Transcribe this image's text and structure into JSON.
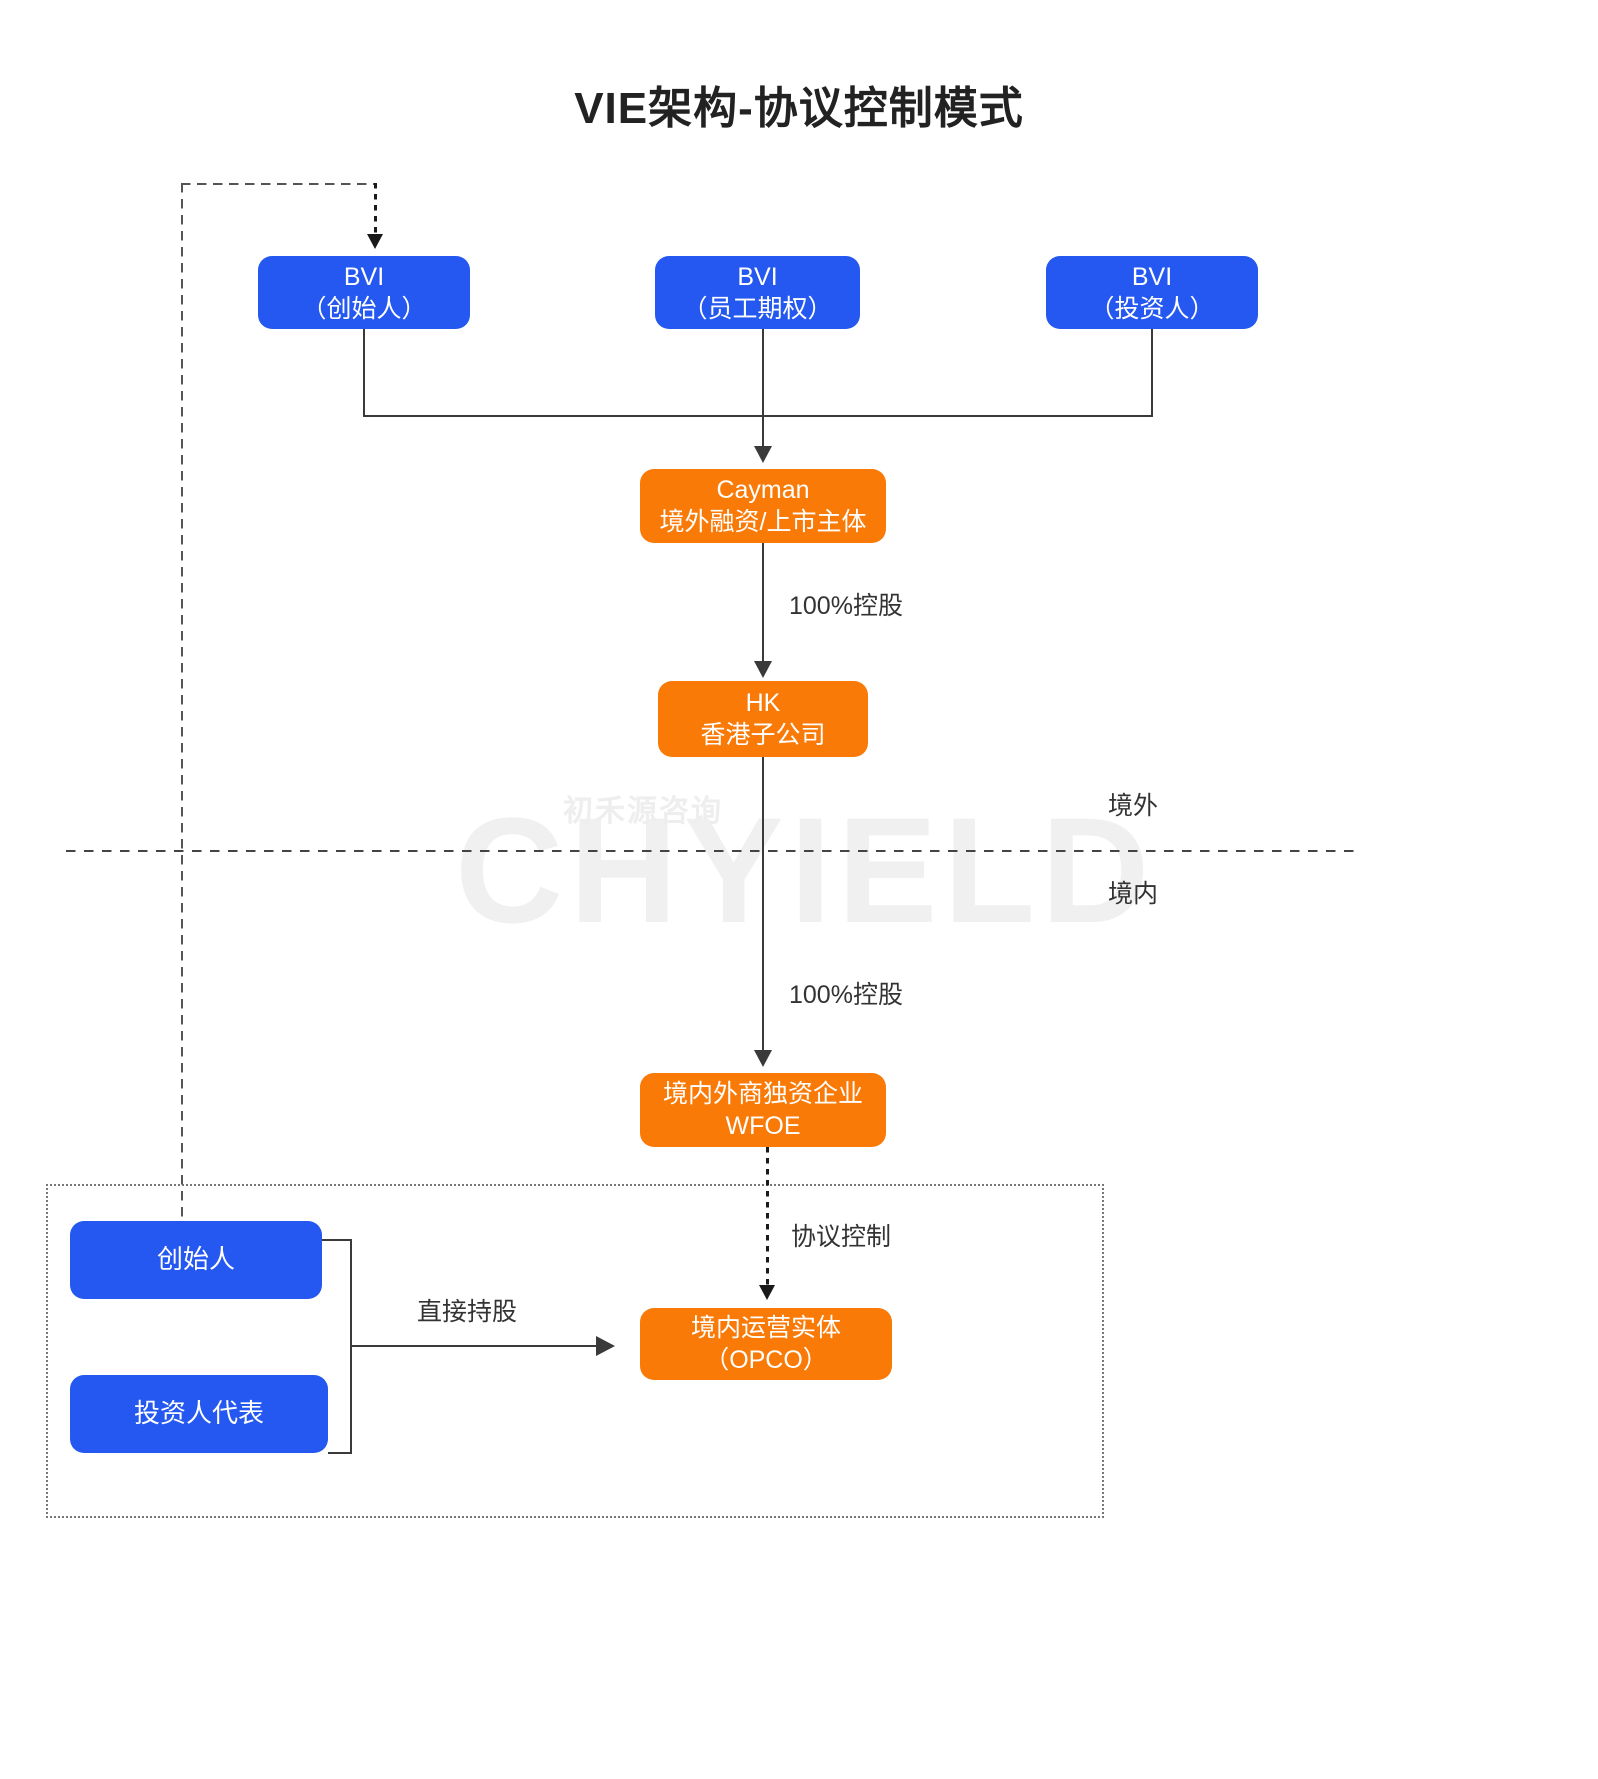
{
  "page": {
    "title": "VIE架构-协议控制模式",
    "background": "#ffffff",
    "colors": {
      "blue": "#2458f0",
      "orange": "#f97a07",
      "line": "#3a3a3a",
      "text": "#333333",
      "watermark": "#f0f0f0"
    }
  },
  "watermark": {
    "brand": "CHYIELD",
    "chinese": "初禾源咨询"
  },
  "nodes": {
    "bvi_founder": {
      "line1": "BVI",
      "line2": "（创始人）",
      "color": "#2458f0"
    },
    "bvi_esop": {
      "line1": "BVI",
      "line2": "（员工期权）",
      "color": "#2458f0"
    },
    "bvi_investor": {
      "line1": "BVI",
      "line2": "（投资人）",
      "color": "#2458f0"
    },
    "cayman": {
      "line1": "Cayman",
      "line2": "境外融资/上市主体",
      "color": "#f97a07"
    },
    "hk": {
      "line1": "HK",
      "line2": "香港子公司",
      "color": "#f97a07"
    },
    "wfoe": {
      "line1": "境内外商独资企业",
      "line2": "WFOE",
      "color": "#f97a07"
    },
    "opco": {
      "line1": "境内运营实体",
      "line2": "（OPCO）",
      "color": "#f97a07"
    },
    "founder": {
      "line1": "创始人",
      "color": "#2458f0"
    },
    "investor_rep": {
      "line1": "投资人代表",
      "color": "#2458f0"
    }
  },
  "edge_labels": {
    "pct_cayman_hk": "100%控股",
    "pct_hk_wfoe": "100%控股",
    "vie_control": "协议控制",
    "direct_holding": "直接持股"
  },
  "region_labels": {
    "offshore": "境外",
    "onshore": "境内"
  }
}
